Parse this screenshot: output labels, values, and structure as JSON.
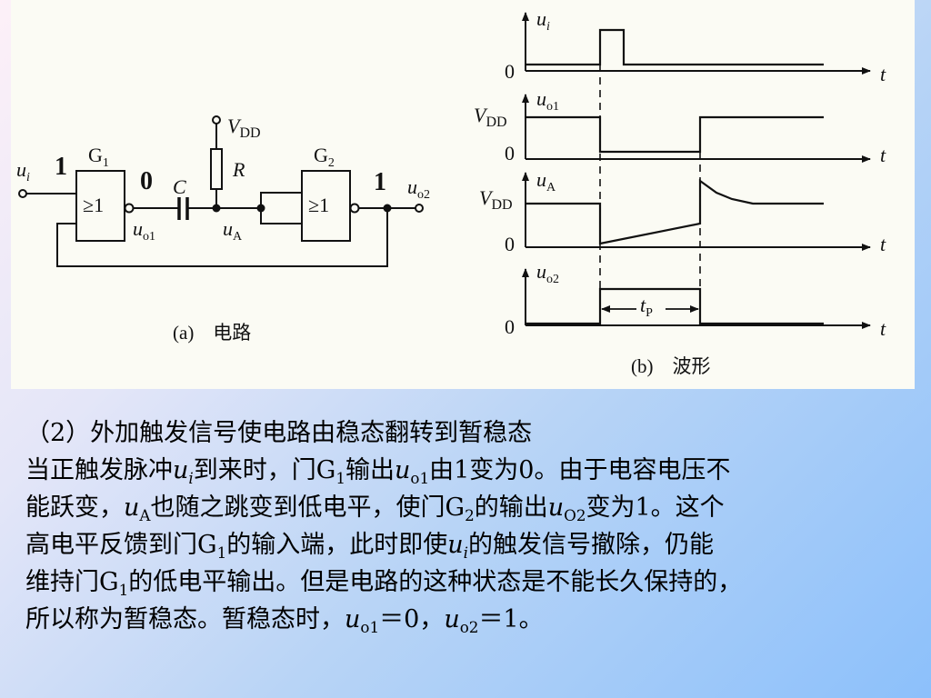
{
  "circuit": {
    "input_label": "u",
    "input_sub": "i",
    "g1_name": "G",
    "g1_sub": "1",
    "g1_symbol": "≥1",
    "g2_name": "G",
    "g2_sub": "2",
    "g2_symbol": "≥1",
    "g1_state": "1",
    "uo1_state": "0",
    "uo2_state": "1",
    "vdd_label": "V",
    "vdd_sub": "DD",
    "cap_label": "C",
    "res_label": "R",
    "uo1_label": "u",
    "uo1_sub": "o1",
    "ua_label": "u",
    "ua_sub": "A",
    "uo2_label": "u",
    "uo2_sub": "o2",
    "caption": "(a)　电路",
    "state_orange": "#cc7a1f",
    "state_blue": "#2a38c8"
  },
  "waveforms": {
    "caption": "(b)　波形",
    "time_label": "t",
    "zero_label": "0",
    "vdd_label": "V",
    "vdd_sub": "DD",
    "tp_label": "t",
    "tp_sub": "P",
    "traces": [
      {
        "label": "u",
        "sub": "i"
      },
      {
        "label": "u",
        "sub": "o1"
      },
      {
        "label": "u",
        "sub": "A"
      },
      {
        "label": "u",
        "sub": "o2"
      }
    ]
  },
  "text": {
    "heading": "（2）外加触发信号使电路由稳态翻转到暂稳态",
    "l1_a": "当正触发脉冲",
    "l1_v1": "u",
    "l1_s1": "i",
    "l1_b": "到来时，门G",
    "l1_s2": "1",
    "l1_c": "输出",
    "l1_v2": "u",
    "l1_s3": "o1",
    "l1_d": "由1变为0。由于电容电压不",
    "l2_a": "能跃变，",
    "l2_v1": "u",
    "l2_s1": "A",
    "l2_b": "也随之跳变到低电平，使门G",
    "l2_s2": "2",
    "l2_c": "的输出",
    "l2_v2": "u",
    "l2_s3": "O2",
    "l2_d": "变为1。这个",
    "l3_a": "高电平反馈到门G",
    "l3_s1": "1",
    "l3_b": "的输入端，此时即使",
    "l3_v1": "u",
    "l3_s2": "i",
    "l3_c": "的触发信号撤除，仍能",
    "l4_a": "维持门G",
    "l4_s1": "1",
    "l4_b": "的低电平输出。但是电路的这种状态是不能长久保持的，",
    "l5_a": "所以称为暂稳态。暂稳态时，",
    "l5_v1": "u",
    "l5_s1": "o1",
    "l5_b": "＝0，",
    "l5_v2": "u",
    "l5_s2": "o2",
    "l5_c": "＝1。"
  }
}
